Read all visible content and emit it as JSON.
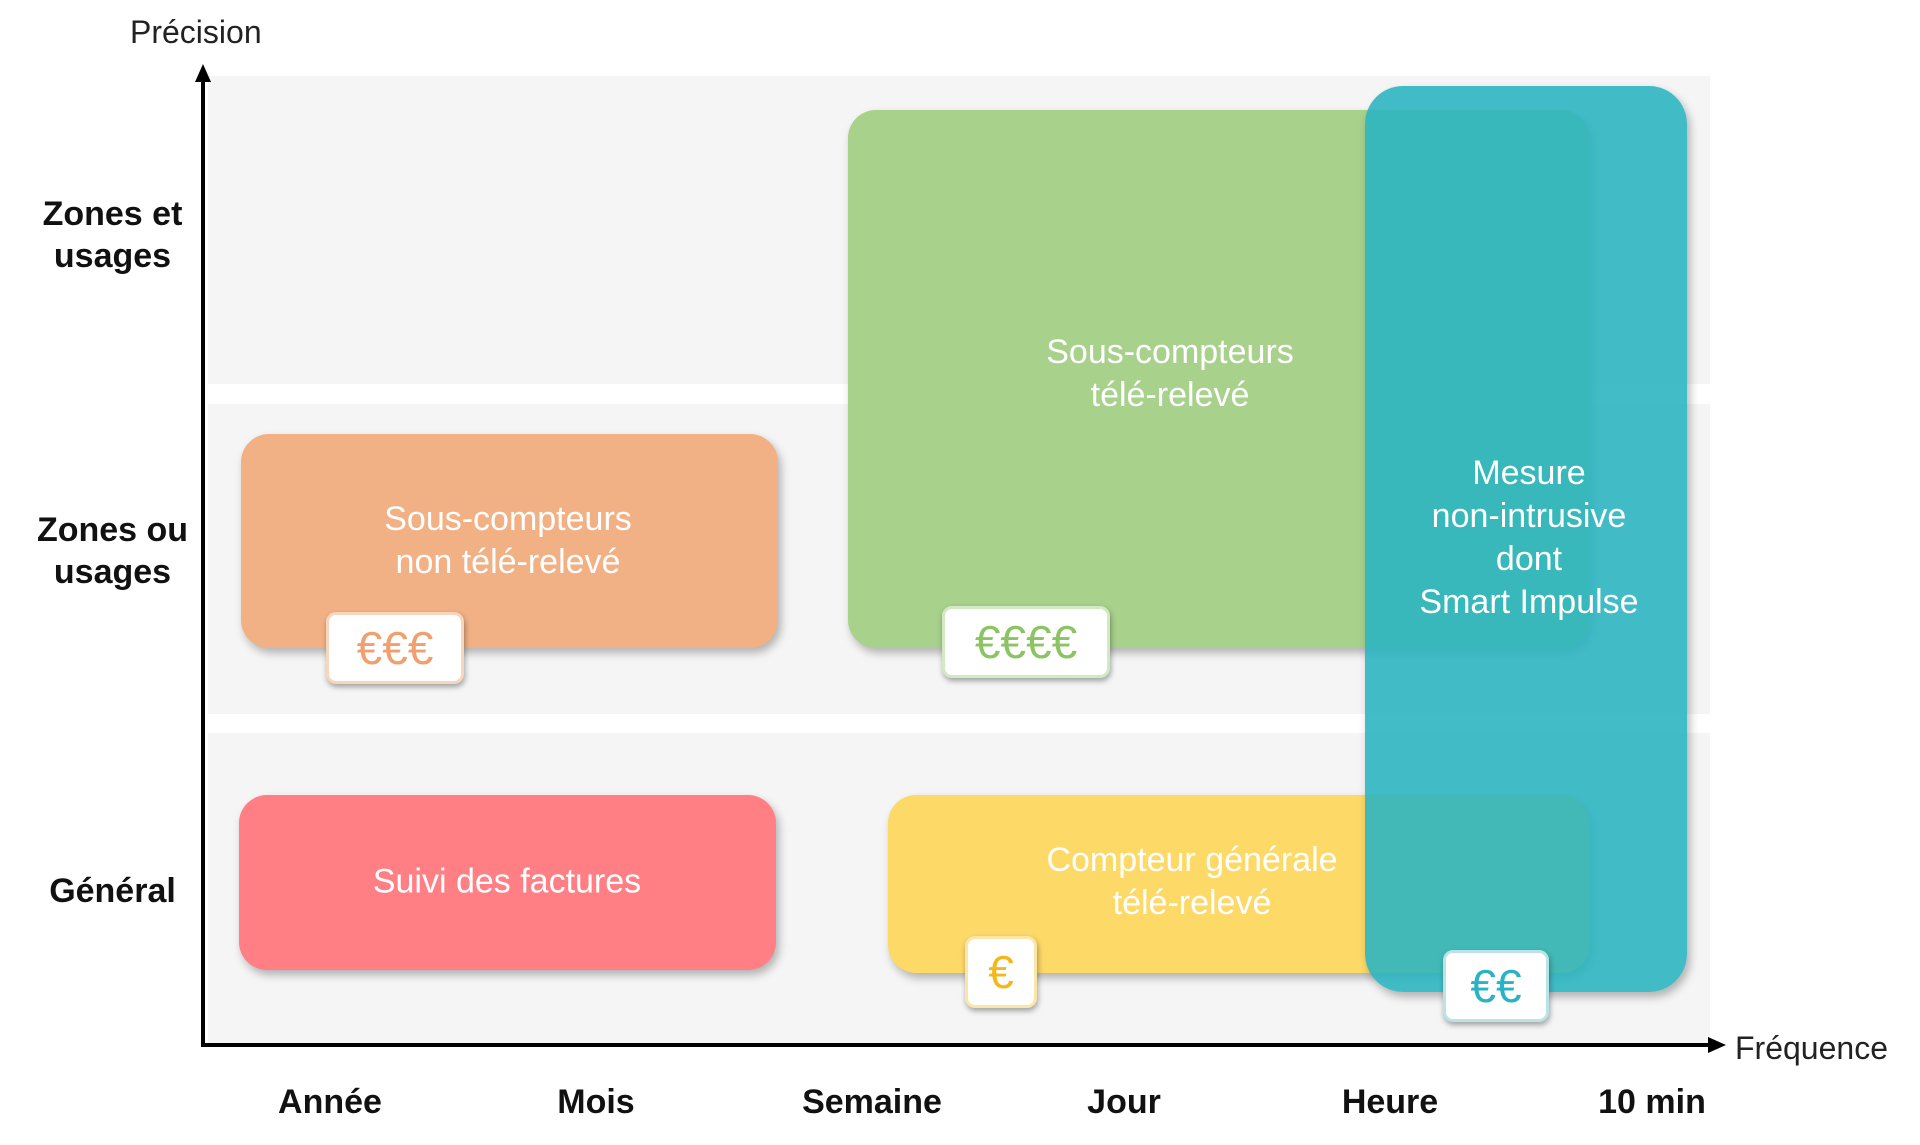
{
  "axes": {
    "y_title": "Précision",
    "x_title": "Fréquence"
  },
  "y_levels": [
    "Zones et\nusages",
    "Zones ou\nusages",
    "Général"
  ],
  "x_levels": [
    "Année",
    "Mois",
    "Semaine",
    "Jour",
    "Heure",
    "10 min"
  ],
  "boxes": {
    "orange": {
      "label": "Sous-compteurs\nnon télé-relevé",
      "cost": "€€€",
      "color": "#f2b185",
      "cost_color": "#f0a070"
    },
    "green": {
      "label": "Sous-compteurs\ntélé-relevé",
      "cost": "€€€€",
      "color": "#a8d18c",
      "cost_color": "#8cc464"
    },
    "red": {
      "label": "Suivi des factures",
      "color": "#ff7f84"
    },
    "yellow": {
      "label": "Compteur générale\ntélé-relevé",
      "cost": "€",
      "color": "#fdd968",
      "cost_color": "#f4b81c"
    },
    "teal": {
      "label": "Mesure\nnon-intrusive\ndont\nSmart Impulse",
      "cost": "€€",
      "color": "#33b8c2",
      "cost_color": "#2ab3c4"
    }
  }
}
